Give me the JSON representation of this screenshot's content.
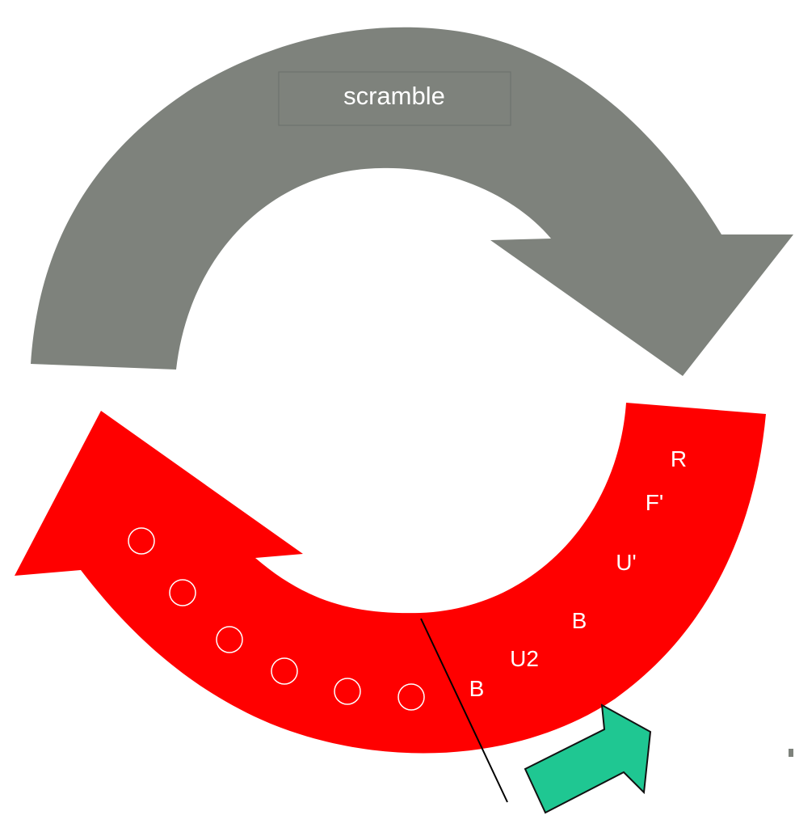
{
  "colors": {
    "background": "#ffffff",
    "scramble_arrow": "#7e827c",
    "scramble_arrow_edge": "#6f736e",
    "solve_arrow": "#ff0000",
    "divider_line": "#000000",
    "progress_arrow": "#1fc792",
    "progress_arrow_edge": "#111111",
    "label_text": "#ffffff"
  },
  "scramble_arrow": {
    "label": "scramble"
  },
  "solve_arrow": {
    "moves": [
      "R",
      "F'",
      "U'",
      "B",
      "U2",
      "B"
    ],
    "remaining_steps": 6
  },
  "icons": {
    "scramble_arrow": "curved-arrow-clockwise-icon",
    "solve_arrow": "curved-arrow-counterclockwise-icon",
    "progress_arrow": "arrow-up-right-icon",
    "pending_step": "circle-outline-icon"
  }
}
